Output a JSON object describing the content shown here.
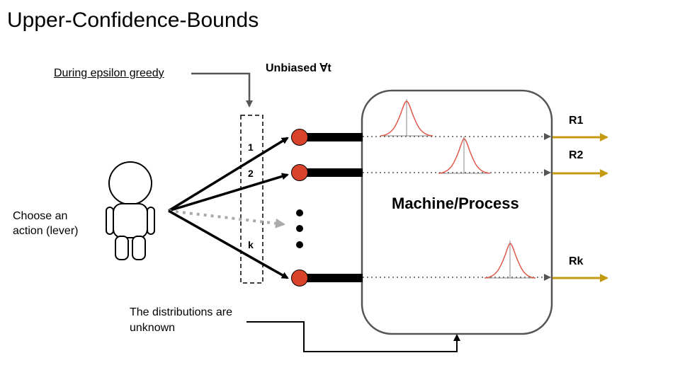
{
  "title": "Upper-Confidence-Bounds",
  "epsilon_note": "During epsilon greedy",
  "unbiased_label": "Unbiased ∀t",
  "agent_label": "Choose an action (lever)",
  "machine_label": "Machine/Process",
  "distribution_note": "The distributions are unknown",
  "levers": [
    {
      "number": "1",
      "reward": "R1"
    },
    {
      "number": "2",
      "reward": "R2"
    },
    {
      "number": "k",
      "reward": "Rk"
    }
  ],
  "colors": {
    "lever_knob": "#d9432b",
    "reward_arrow": "#c49a12",
    "distribution_curve": "#e0584a",
    "box_border": "#555555",
    "dotted_arrow": "#aaaaaa"
  },
  "icons": [
    "person-icon",
    "normal-distribution-icon",
    "ellipsis-dots-icon"
  ]
}
